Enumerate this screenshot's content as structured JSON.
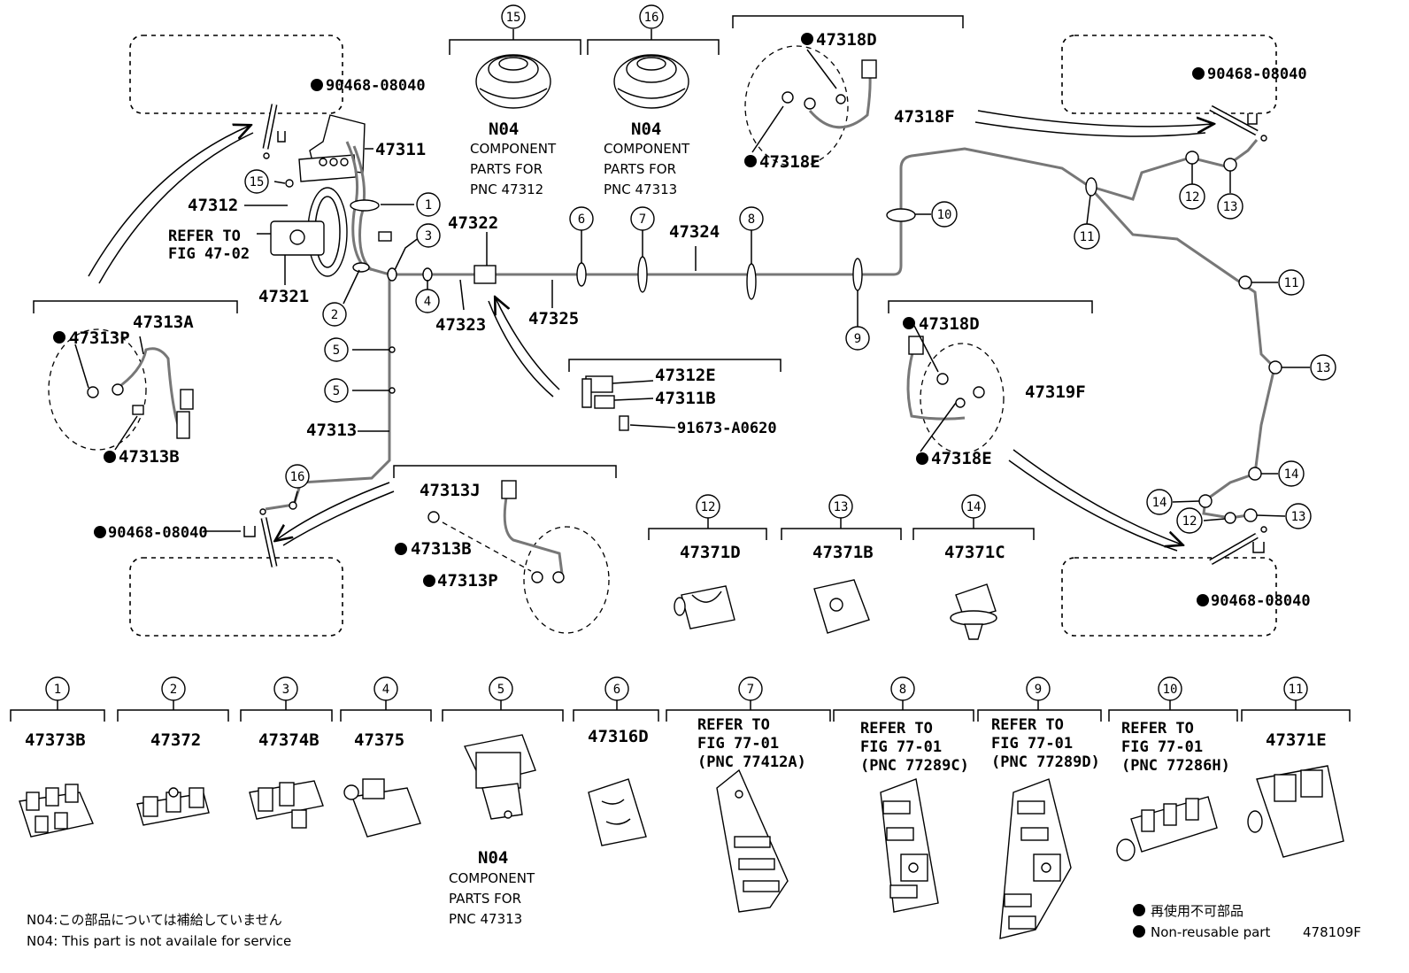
{
  "diagram_id": "478109F",
  "callouts": {
    "c1": "1",
    "c2": "2",
    "c3": "3",
    "c4": "4",
    "c5": "5",
    "c6": "6",
    "c7": "7",
    "c8": "8",
    "c9": "9",
    "c10": "10",
    "c11": "11",
    "c12": "12",
    "c13": "13",
    "c14": "14",
    "c15": "15",
    "c16": "16"
  },
  "labels": {
    "p90468_tl": "90468-08040",
    "p90468_tr": "90468-08040",
    "p90468_bl": "90468-08040",
    "p90468_br": "90468-08040",
    "p47311": "47311",
    "p47312": "47312",
    "refer_fig4702_l1": "REFER TO",
    "refer_fig4702_l2": "FIG 47-02",
    "p47321": "47321",
    "p47322": "47322",
    "p47323": "47323",
    "p47324": "47324",
    "p47325": "47325",
    "p47313": "47313",
    "p47313A": "47313A",
    "p47313P_l": "47313P",
    "p47313B_l": "47313B",
    "p47313J": "47313J",
    "p47313B_b": "47313B",
    "p47313P_b": "47313P",
    "p47318D_t": "47318D",
    "p47318F": "47318F",
    "p47318E_t": "47318E",
    "p47318D_m": "47318D",
    "p47319F": "47319F",
    "p47318E_m": "47318E",
    "p47312E": "47312E",
    "p47311B": "47311B",
    "p91673": "91673-A0620",
    "p47371D": "47371D",
    "p47371B": "47371B",
    "p47371C": "47371C",
    "p47373B": "47373B",
    "p47372": "47372",
    "p47374B": "47374B",
    "p47375": "47375",
    "p47316D": "47316D",
    "p47371E": "47371E",
    "n04_15": "N04",
    "n04_15_l1": "COMPONENT",
    "n04_15_l2": "PARTS FOR",
    "n04_15_l3": "PNC 47312",
    "n04_16": "N04",
    "n04_16_l1": "COMPONENT",
    "n04_16_l2": "PARTS FOR",
    "n04_16_l3": "PNC 47313",
    "n04_5": "N04",
    "n04_5_l1": "COMPONENT",
    "n04_5_l2": "PARTS FOR",
    "n04_5_l3": "PNC 47313",
    "r7_l1": "REFER TO",
    "r7_l2": "FIG 77-01",
    "r7_l3": "(PNC 77412A)",
    "r8_l1": "REFER TO",
    "r8_l2": "FIG 77-01",
    "r8_l3": "(PNC 77289C)",
    "r9_l1": "REFER TO",
    "r9_l2": "FIG 77-01",
    "r9_l3": "(PNC 77289D)",
    "r10_l1": "REFER TO",
    "r10_l2": "FIG 77-01",
    "r10_l3": "(PNC 77286H)"
  },
  "notes": {
    "n04_jp": "N04:この部品については補給していません",
    "n04_en": "N04: This part is not availale for service",
    "legend_jp": "再使用不可部品",
    "legend_en": "Non-reusable part"
  },
  "colors": {
    "line": "#000000",
    "tube": "#777777",
    "background": "#ffffff"
  }
}
